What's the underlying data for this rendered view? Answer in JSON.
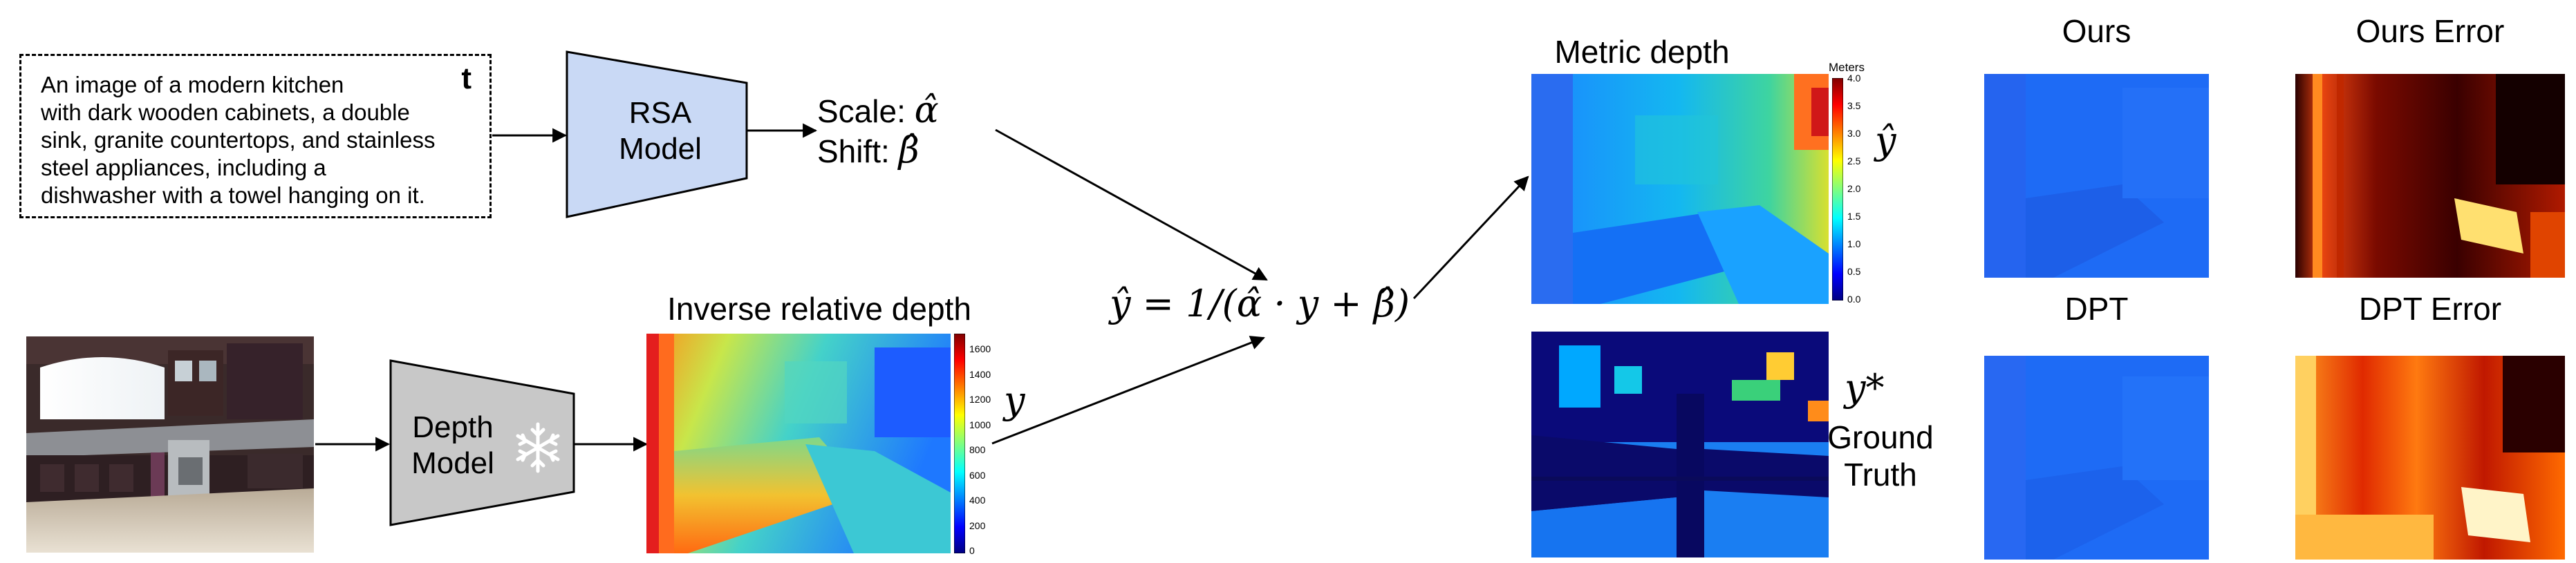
{
  "text_prompt": {
    "lines": "An image of a modern kitchen\nwith dark wooden cabinets, a double\nsink, granite countertops, and stainless\nsteel appliances, including a\ndishwasher with a towel hanging on it.",
    "symbol": "t"
  },
  "rsa_model": {
    "label": "RSA\nModel",
    "color": "#c9d9f5"
  },
  "depth_model": {
    "label": "Depth\nModel",
    "color": "#c8c8c8",
    "icon": "snowflake-icon"
  },
  "scale_label": "Scale:",
  "shift_label": "Shift:",
  "alpha_hat": "α̂",
  "beta_hat": "β̂",
  "equation": {
    "lhs": "ŷ = 1/(",
    "alpha": "α̂",
    "mid": " · y + ",
    "beta": "β̂",
    "rhs": ")"
  },
  "inverse_relative_depth": {
    "title": "Inverse relative depth",
    "symbol": "y",
    "colorbar_ticks": [
      "1600",
      "1400",
      "1200",
      "1000",
      "800",
      "600",
      "400",
      "200",
      "0"
    ]
  },
  "metric_depth": {
    "title": "Metric depth",
    "symbol": "ŷ",
    "colorbar_unit": "Meters",
    "colorbar_ticks": [
      "4.0",
      "3.5",
      "3.0",
      "2.5",
      "2.0",
      "1.5",
      "1.0",
      "0.5",
      "0.0"
    ]
  },
  "ground_truth": {
    "symbol": "y*",
    "label": "Ground\nTruth"
  },
  "ours": {
    "title": "Ours"
  },
  "ours_error": {
    "title": "Ours Error"
  },
  "dpt": {
    "title": "DPT"
  },
  "dpt_error": {
    "title": "DPT Error"
  }
}
